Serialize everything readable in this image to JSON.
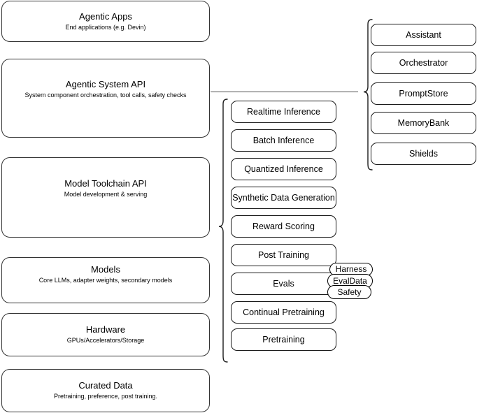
{
  "diagram": {
    "title": "AI Stack Layers Architecture Diagram",
    "stroke_color": "#333333",
    "connector_color": "#4d4d4d",
    "background": "#ffffff"
  },
  "left_column": {
    "layers": [
      {
        "title": "Agentic Apps",
        "subtitle": "End applications (e.g. Devin)"
      },
      {
        "title": "Agentic System API",
        "subtitle": "System component orchestration, tool calls, safety checks"
      },
      {
        "title": "Model Toolchain API",
        "subtitle": "Model development & serving"
      },
      {
        "title": "Models",
        "subtitle": "Core LLMs, adapter weights, secondary models"
      },
      {
        "title": "Hardware",
        "subtitle": "GPUs/Accelerators/Storage"
      },
      {
        "title": "Curated Data",
        "subtitle": "Pretraining, preference, post training."
      }
    ]
  },
  "middle_column": {
    "items": [
      {
        "label": "Realtime Inference"
      },
      {
        "label": "Batch Inference"
      },
      {
        "label": "Quantized Inference"
      },
      {
        "label": "Synthetic Data Generation"
      },
      {
        "label": "Reward Scoring"
      },
      {
        "label": "Post Training"
      },
      {
        "label": "Evals"
      },
      {
        "label": "Continual Pretraining"
      },
      {
        "label": "Pretraining"
      }
    ],
    "eval_pills": [
      {
        "label": "Harness"
      },
      {
        "label": "EvalData"
      },
      {
        "label": "Safety"
      }
    ]
  },
  "right_column": {
    "items": [
      {
        "label": "Assistant"
      },
      {
        "label": "Orchestrator"
      },
      {
        "label": "PromptStore"
      },
      {
        "label": "MemoryBank"
      },
      {
        "label": "Shields"
      }
    ]
  }
}
